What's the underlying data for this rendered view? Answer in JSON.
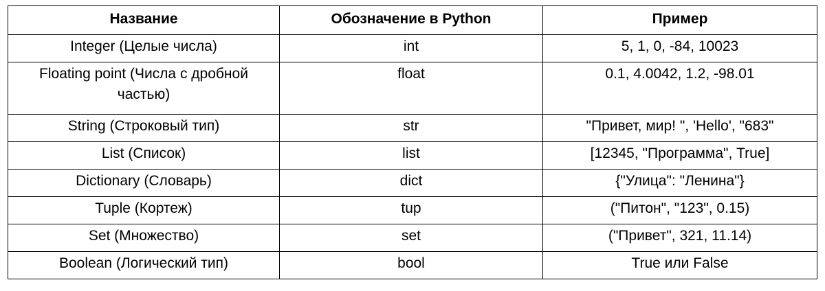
{
  "table": {
    "headers": [
      "Название",
      "Обозначение в Python",
      "Пример"
    ],
    "rows": [
      [
        "Integer (Целые числа)",
        "int",
        "5, 1, 0, -84, 10023"
      ],
      [
        "Floating point (Числа с дробной частью)",
        "float",
        "0.1, 4.0042, 1.2, -98.01"
      ],
      [
        "String (Строковый тип)",
        "str",
        "\"Привет, мир! \", 'Hello', \"683\""
      ],
      [
        "List (Список)",
        "list",
        "[12345, \"Программа\", True]"
      ],
      [
        "Dictionary (Словарь)",
        "dict",
        "{\"Улица\": \"Ленина\"}"
      ],
      [
        "Tuple (Кортеж)",
        "tup",
        "(\"Питон\", \"123\", 0.15)"
      ],
      [
        "Set (Множество)",
        "set",
        "(\"Привет\", 321, 11.14)"
      ],
      [
        "Boolean (Логический тип)",
        "bool",
        "True или False"
      ]
    ]
  }
}
